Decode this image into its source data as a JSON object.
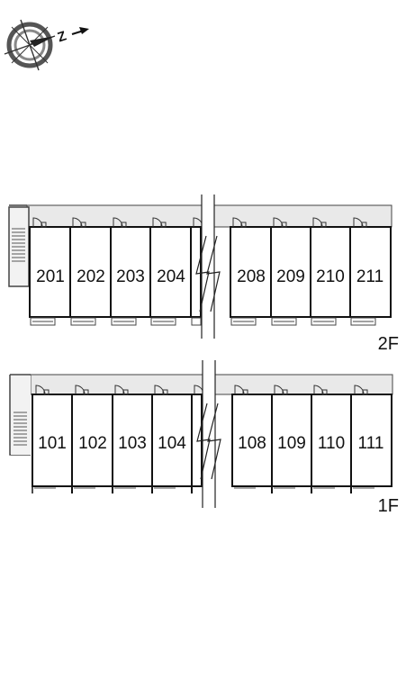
{
  "compass": {
    "letter": "Z"
  },
  "floors": [
    {
      "label": "2F",
      "units": [
        "201",
        "202",
        "203",
        "204",
        "208",
        "209",
        "210",
        "211"
      ]
    },
    {
      "label": "1F",
      "units": [
        "101",
        "102",
        "103",
        "104",
        "108",
        "109",
        "110",
        "111"
      ]
    }
  ]
}
